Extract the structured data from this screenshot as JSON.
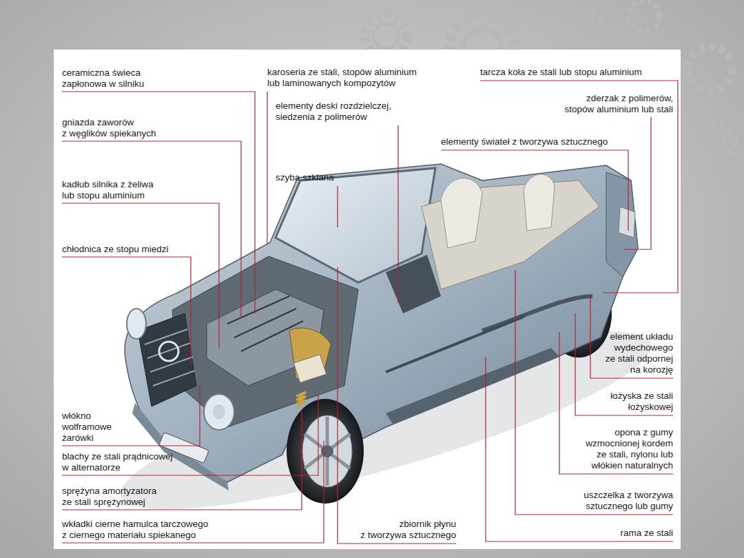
{
  "diagram": {
    "labels": [
      "ceramiczna świeca zapłonowa w silniku",
      "gniazda zaworów z węglików spiekanych",
      "kadłub silnika z żeliwa lub stopu aluminium",
      "chłodnica ze stopu miedzi",
      "włókno wolframowe żarówki",
      "blachy ze stali prądnicowej w alternatorze",
      "sprężyna amortyzatora ze stali sprężynowej",
      "wkładki cierne hamulca tarczowego z ciernego materiału spiekanego",
      "karoseria ze stali, stopów aluminium lub laminowanych kompozytów",
      "elementy deski rozdzielczej, siedzenia z polimerów",
      "szyba szklana",
      "zbiornik płynu z tworzywa sztucznego",
      "tarcza koła ze stali lub stopu aluminium",
      "zderzak z polimerów, stopów aluminium lub stali",
      "elementy świateł z tworzywa sztucznego",
      "element układu wydechowego ze stali odpornej na korozję",
      "łożyska ze stali łożyskowej",
      "opona z gumy wzmocnionej kordem ze stali, nylonu lub włókien naturalnych",
      "uszczelka z tworzywa sztucznego lub gumy",
      "rama ze stali"
    ]
  }
}
